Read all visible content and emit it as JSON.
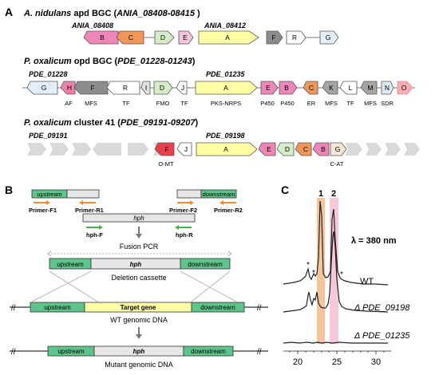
{
  "panel_a": {
    "label": "A",
    "clusters": [
      {
        "title_species": "A. nidulans",
        "title_rest": " apd BGC (",
        "title_range": "ANIA_08408-08415",
        "title_close": " )",
        "callouts": [
          "ANIA_08408",
          "ANIA_08412"
        ],
        "genes": [
          "B",
          "C",
          "D",
          "E",
          "A",
          "F",
          "R",
          "G"
        ]
      },
      {
        "title_species": "P. oxalicum",
        "title_rest": " opd BGC (",
        "title_range": "PDE_01228-01243",
        "title_close": ")",
        "callouts": [
          "PDE_01228",
          "PDE_01235"
        ],
        "genes": [
          "G",
          "H",
          "F",
          "R",
          "I",
          "D",
          "J",
          "A",
          "E",
          "B",
          "C",
          "K",
          "L",
          "M",
          "N",
          "O"
        ],
        "annotations": [
          "AF",
          "MFS",
          "TF",
          "FMO",
          "TF",
          "PKS-NRPS",
          "P450",
          "P450",
          "ER",
          "MFS",
          "TF",
          "MFS",
          "SDR"
        ]
      },
      {
        "title_species": "P. oxalicum",
        "title_rest": " cluster 41 (",
        "title_range": "PDE_09191-09207",
        "title_close": ")",
        "callouts": [
          "PDE_09191",
          "PDE_09198"
        ],
        "genes": [
          "F",
          "J",
          "A",
          "E",
          "D",
          "C",
          "B",
          "G"
        ],
        "annotations": [
          "O-MT",
          "C-AT"
        ]
      }
    ]
  },
  "panel_b": {
    "label": "B",
    "upstream": "upstream",
    "downstream": "downstream",
    "hph": "hph",
    "primers": [
      "Primer-F1",
      "Primer-R1",
      "Primer-F2",
      "Primer-R2",
      "hph-F",
      "hph-R"
    ],
    "fusion_pcr": "Fusion PCR",
    "deletion_cassette": "Deletion cassette",
    "target_gene": "Target gene",
    "wt_dna": "WT genomic DNA",
    "mutant_dna": "Mutant genomic DNA"
  },
  "panel_c": {
    "label": "C",
    "wavelength": "λ = 380 nm",
    "peak_labels": [
      "1",
      "2"
    ],
    "traces": [
      "WT",
      "Δ PDE_09198",
      "Δ PDE_01235"
    ],
    "star": "*",
    "x_ticks": [
      "20",
      "25",
      "30"
    ]
  },
  "colors": {
    "A": "#ffffa6",
    "B": "#ef86b8",
    "C": "#f09658",
    "D": "#d6edc9",
    "E": "#f3c5dc",
    "F": "#8c8c8c",
    "R": "#ffffff",
    "G": "#e3eef9",
    "H": "#ee82ab",
    "I": "#e0e0e0",
    "J": "#ffffff",
    "K": "#a5a5a5",
    "L": "#ffffff",
    "M": "#a5a5a5",
    "N": "#dbeaf6",
    "O": "#f6aeb0",
    "F41": "#e8404a",
    "G41": "#f6e6d6",
    "green_box": "#5ec48a",
    "orange_arrow": "#f28a2c",
    "green_arrow": "#4caf50",
    "peak1": "#f0b07c",
    "peak2": "#f3b6cf"
  }
}
